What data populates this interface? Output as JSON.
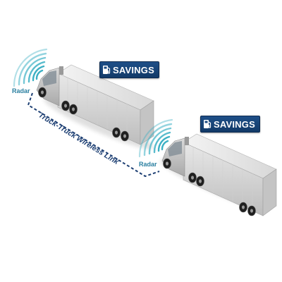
{
  "savings_label": "SAVINGS",
  "radar_label": "Radar",
  "link_label": "Truck-Truck Wireless Link",
  "icon": "fuel-pump-icon",
  "colors": {
    "badge": "#1a4a80",
    "radar_arcs": "#3cb0c4",
    "radar_text": "#2a7fa0",
    "link_line": "#1d3f73",
    "trailer": "#dcdcdc",
    "cab": "#cfcfcf"
  }
}
